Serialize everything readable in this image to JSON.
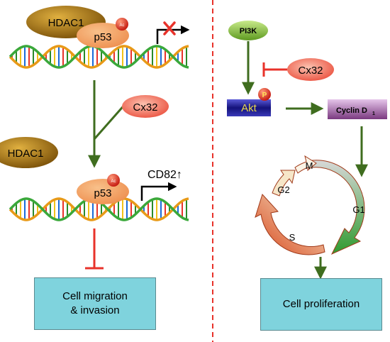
{
  "left": {
    "hdac1_top": "HDAC1",
    "p53_top": "p53",
    "ac_top": "Ac",
    "cx32": "Cx32",
    "hdac1_free": "HDAC1",
    "p53_bottom": "p53",
    "ac_bottom": "Ac",
    "cd82": "CD82↑",
    "outcome_line1": "Cell migration",
    "outcome_line2": "& invasion"
  },
  "right": {
    "pi3k": "PI3K",
    "cx32": "Cx32",
    "akt": "Akt",
    "p_badge": "P",
    "cyclin": "Cyclin D",
    "cyclin_sub": "1",
    "phase_m": "M",
    "phase_g2": "G2",
    "phase_g1": "G1",
    "phase_s": "S",
    "outcome": "Cell proliferation"
  },
  "colors": {
    "divider": "#e8322a",
    "arrow_green": "#3f6d1f",
    "inhibit_red": "#e8322a",
    "box_cyan": "#7fd3dd",
    "hdac_brown": "#9b6a14",
    "p53_orange": "#f4a66a",
    "cx32_red": "#f06a5a",
    "akt_blue": "#1e1a86",
    "cyclin_purple": "#8a4a8e",
    "pi3k_green": "#8cc63f"
  }
}
